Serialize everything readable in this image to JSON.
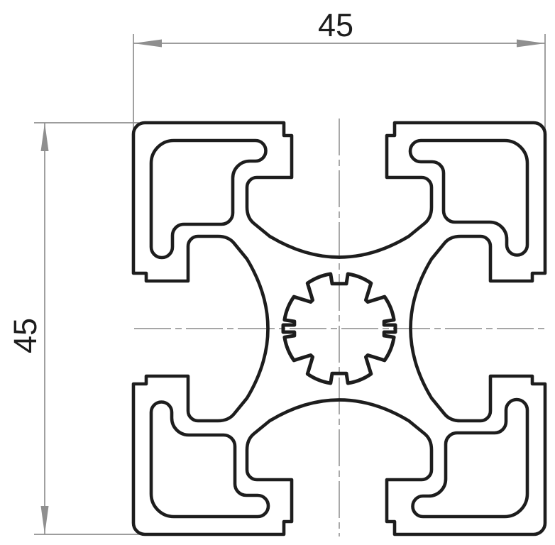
{
  "drawing": {
    "type_label": "profile-cross-section",
    "horizontal_dimension": {
      "label": "45"
    },
    "vertical_dimension": {
      "label": "45"
    },
    "colors": {
      "outline": "#1d1d1d",
      "dimension": "#8f8f8f",
      "centerline": "#9a9a9a",
      "text": "#1d1d1d"
    }
  }
}
